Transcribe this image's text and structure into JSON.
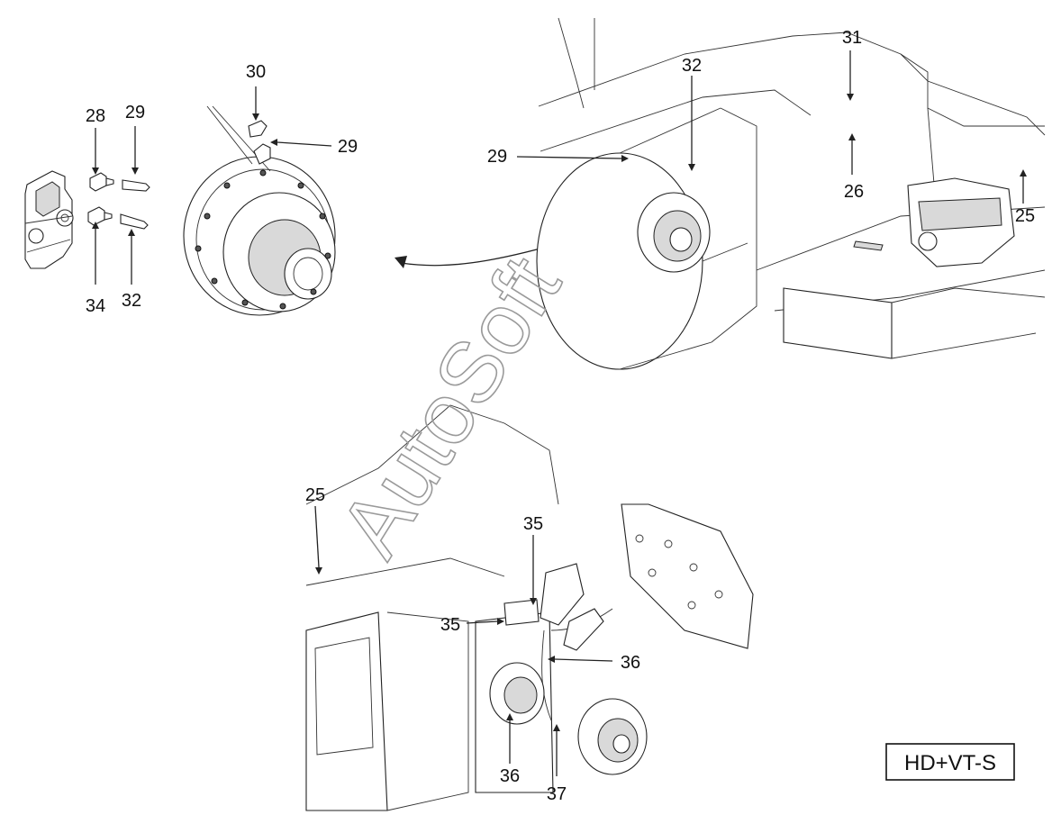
{
  "callouts": [
    "30",
    "29",
    "28",
    "29",
    "34",
    "32",
    "31",
    "32",
    "29",
    "26",
    "25",
    "25",
    "35",
    "35",
    "36",
    "36",
    "37"
  ],
  "variant_label": "HD+VT-S",
  "watermark": "AutoSoft",
  "colors": {
    "line": "#222222",
    "background": "#ffffff",
    "watermark": "#9a9a9a"
  }
}
